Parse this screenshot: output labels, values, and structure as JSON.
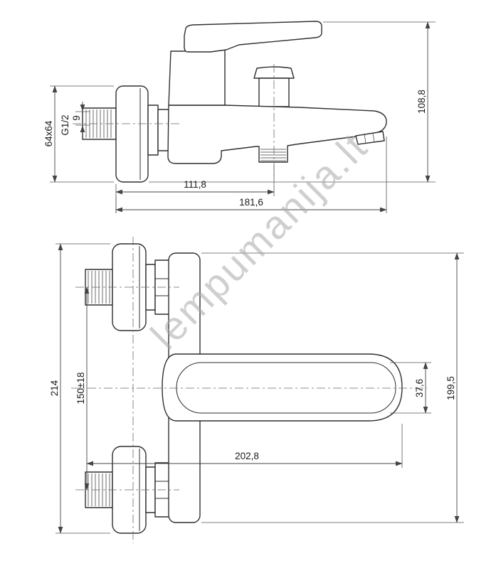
{
  "watermark": "lempumanija.lt",
  "colors": {
    "line": "#2f2f2f",
    "dimension": "#444444",
    "centerline": "#6a6a6a",
    "watermark": "#a8a8a8",
    "background": "#ffffff"
  },
  "side_view": {
    "dims": {
      "mount_depth": "108,8",
      "escutcheon_size": "64x64",
      "thread_size": "G1/2",
      "thread_offset": "9",
      "hose_outlet_offset": "111,8",
      "spout_reach": "181,6"
    }
  },
  "plan_view": {
    "dims": {
      "overall_width": "214",
      "supply_centers": "150±18",
      "spout_width": "37,6",
      "body_length": "199,5",
      "overall_depth": "202,8"
    }
  }
}
